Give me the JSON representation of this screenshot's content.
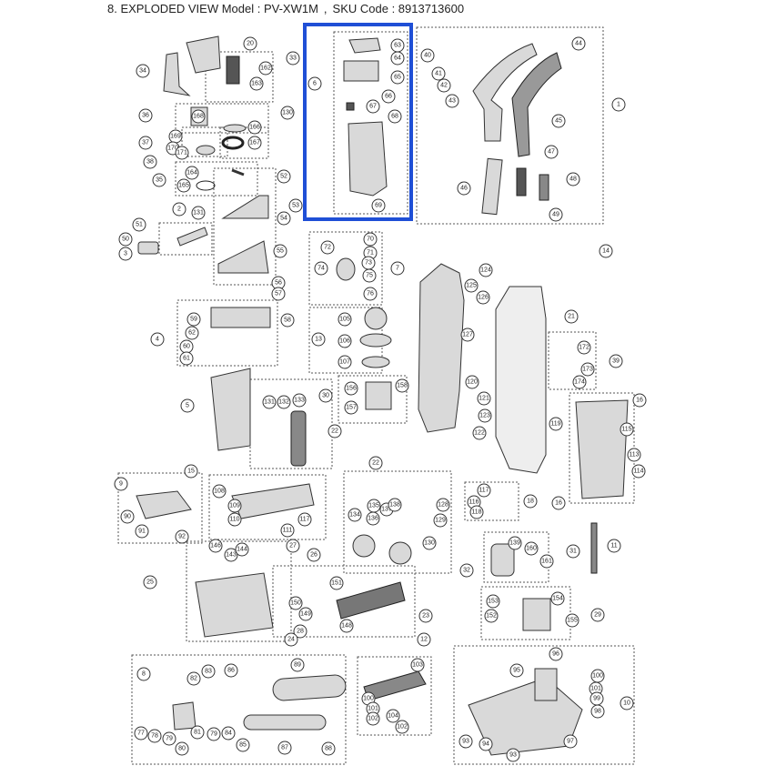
{
  "header": {
    "title": "8. EXPLODED VIEW Model : PV-XW1M",
    "separator": ",",
    "sku": "SKU Code : 8913713600"
  },
  "highlight": {
    "color": "#1f4fd6",
    "group": "6"
  },
  "callouts": [
    "20",
    "33",
    "34",
    "162",
    "163",
    "36",
    "168",
    "130",
    "166",
    "167",
    "37",
    "169",
    "170",
    "171",
    "38",
    "164",
    "35",
    "165",
    "2",
    "131",
    "51",
    "50",
    "3",
    "52",
    "53",
    "54",
    "55",
    "56",
    "57",
    "58",
    "59",
    "62",
    "60",
    "61",
    "4",
    "5",
    "131",
    "132",
    "133",
    "22",
    "6",
    "63",
    "64",
    "65",
    "66",
    "67",
    "68",
    "69",
    "40",
    "41",
    "42",
    "43",
    "44",
    "45",
    "46",
    "47",
    "48",
    "49",
    "1",
    "14",
    "7",
    "70",
    "72",
    "71",
    "73",
    "74",
    "75",
    "76",
    "124",
    "125",
    "126",
    "21",
    "127",
    "13",
    "105",
    "106",
    "107",
    "39",
    "172",
    "173",
    "174",
    "30",
    "156",
    "157",
    "158",
    "120",
    "121",
    "123",
    "122",
    "119",
    "16",
    "115",
    "113",
    "114",
    "16",
    "9",
    "90",
    "91",
    "92",
    "15",
    "108",
    "109",
    "110",
    "111",
    "117",
    "22",
    "134",
    "135",
    "136",
    "137",
    "138",
    "128",
    "129",
    "130",
    "18",
    "117",
    "116",
    "118",
    "27",
    "26",
    "139",
    "160",
    "161",
    "31",
    "11",
    "25",
    "146",
    "143",
    "144",
    "32",
    "151",
    "150",
    "149",
    "148",
    "23",
    "153",
    "152",
    "154",
    "155",
    "29",
    "28",
    "24",
    "8",
    "82",
    "83",
    "86",
    "89",
    "77",
    "78",
    "79",
    "81",
    "79",
    "80",
    "84",
    "85",
    "87",
    "88",
    "12",
    "103",
    "100",
    "101",
    "102",
    "104",
    "102",
    "10",
    "95",
    "96",
    "100",
    "101",
    "99",
    "98",
    "97",
    "93",
    "94",
    "93"
  ]
}
